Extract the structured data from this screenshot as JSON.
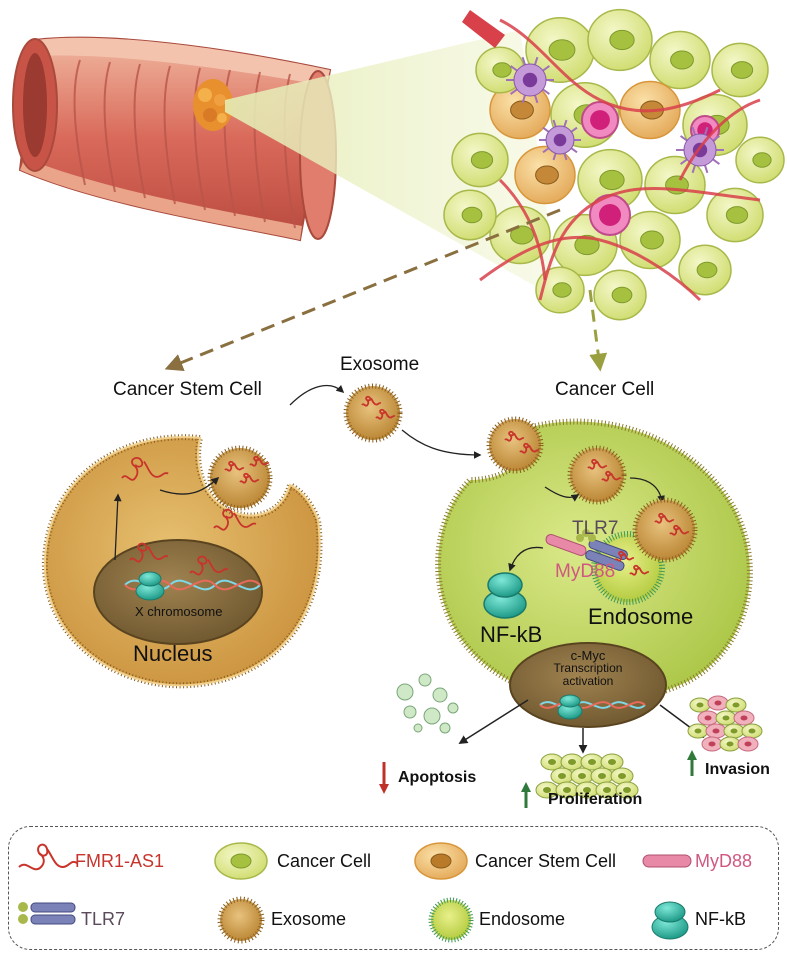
{
  "labels": {
    "exosome": "Exosome",
    "cancer_stem_cell": "Cancer Stem Cell",
    "cancer_cell": "Cancer Cell",
    "x_chromosome": "X chromosome",
    "nucleus": "Nucleus",
    "tlr7": "TLR7",
    "myd88": "MyD88",
    "nfkb": "NF-kB",
    "endosome": "Endosome",
    "cmyc": "c-Myc",
    "transcription": "Transcription",
    "activation": "activation",
    "apoptosis": "Apoptosis",
    "proliferation": "Proliferation",
    "invasion": "Invasion"
  },
  "legend": {
    "fmr1": "FMR1-AS1",
    "cancer_cell": "Cancer Cell",
    "cancer_stem_cell": "Cancer Stem Cell",
    "myd88": "MyD88",
    "tlr7": "TLR7",
    "exosome": "Exosome",
    "endosome": "Endosome",
    "nfkb": "NF-kB"
  },
  "colors": {
    "fmr1_red": "#c8342c",
    "myd88_pink": "#d05880",
    "tlr7_gray": "#5a4a5a",
    "stem_cell_fill": "#d9a647",
    "cancer_cell_fill": "#c9dd6a",
    "exosome_fill": "#c99a4e",
    "endosome_ring": "#3f9a58",
    "nfkb_teal": "#2fb8a4",
    "up_arrow_green": "#2f7a3a",
    "down_arrow_red": "#c0302a"
  }
}
